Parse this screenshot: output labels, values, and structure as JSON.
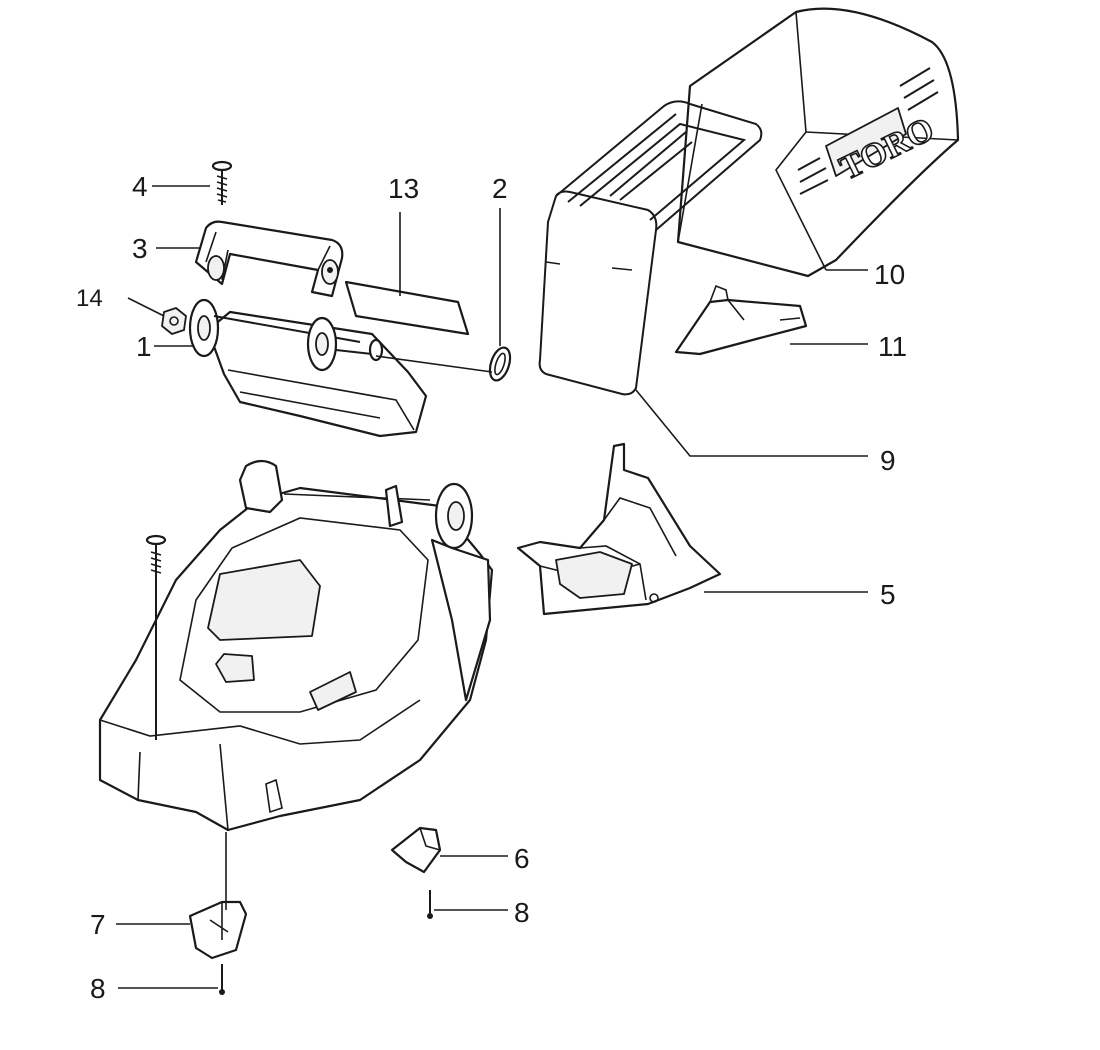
{
  "diagram": {
    "brand_logo": "TORO",
    "callouts": [
      {
        "id": "label-1",
        "text": "1"
      },
      {
        "id": "label-2",
        "text": "2"
      },
      {
        "id": "label-3",
        "text": "3"
      },
      {
        "id": "label-4",
        "text": "4"
      },
      {
        "id": "label-5",
        "text": "5"
      },
      {
        "id": "label-6",
        "text": "6"
      },
      {
        "id": "label-7",
        "text": "7"
      },
      {
        "id": "label-8a",
        "text": "8"
      },
      {
        "id": "label-8b",
        "text": "8"
      },
      {
        "id": "label-9",
        "text": "9"
      },
      {
        "id": "label-10",
        "text": "10"
      },
      {
        "id": "label-11",
        "text": "11"
      },
      {
        "id": "label-13",
        "text": "13"
      },
      {
        "id": "label-14",
        "text": "14"
      }
    ]
  },
  "colors": {
    "ink": "#1a1a1a",
    "paper": "#ffffff"
  }
}
